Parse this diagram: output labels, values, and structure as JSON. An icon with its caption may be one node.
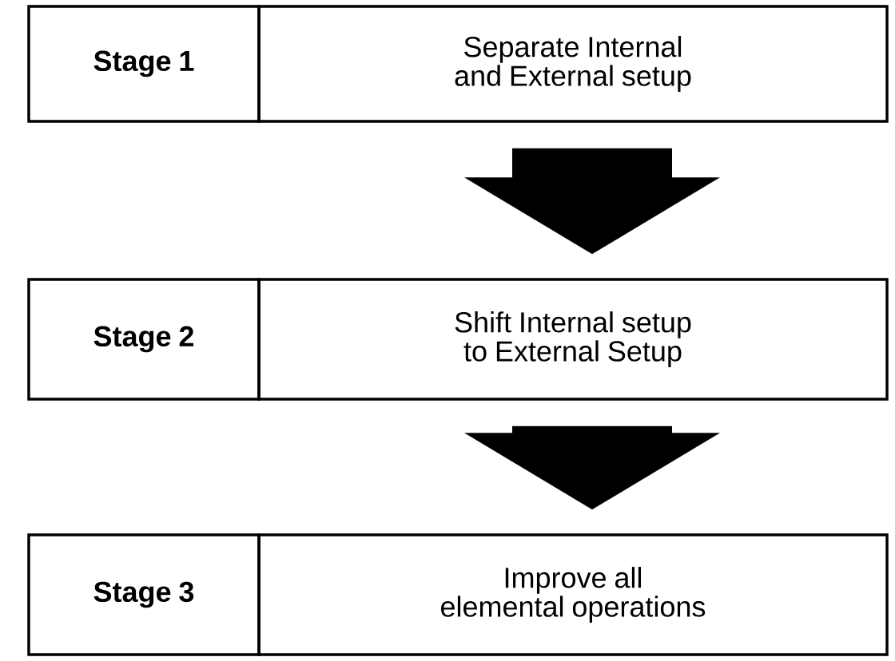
{
  "diagram": {
    "nodes": [
      {
        "text": [
          "Stage 1"
        ]
      },
      {
        "text": [
          "Separate Internal and External setup"
        ]
      },
      {
        "text": [
          "Stage 2"
        ]
      },
      {
        "text": [
          "Shift Internal setup to External Setup"
        ]
      },
      {
        "text": [
          "Stage 3"
        ]
      },
      {
        "text": [
          "Improve all elemental operations"
        ]
      }
    ],
    "edges": [
      {
        "from": 1,
        "to": 3,
        "arrow": "to",
        "style": "thick"
      },
      {
        "from": 3,
        "to": 5,
        "arrow": "to",
        "style": "thick"
      }
    ]
  }
}
